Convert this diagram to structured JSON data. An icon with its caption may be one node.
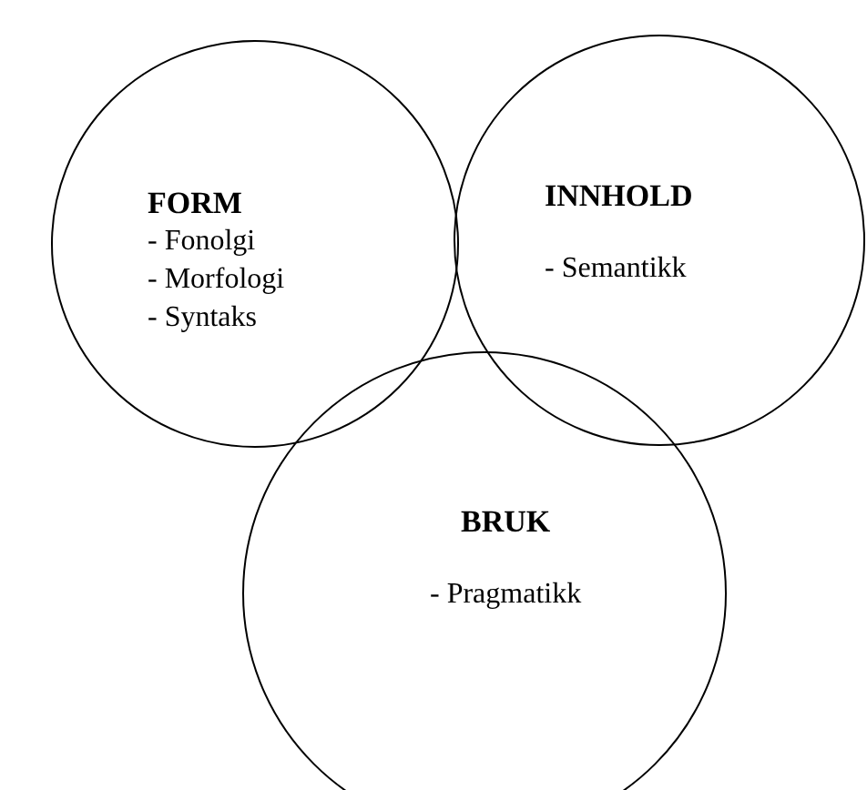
{
  "diagram": {
    "nodes": [
      {
        "text": [
          "FORM",
          "- Fonolgi",
          "- Morfologi",
          "- Syntaks"
        ]
      },
      {
        "text": [
          "INNHOLD",
          "- Semantikk"
        ]
      },
      {
        "text": [
          "BRUK",
          "- Pragmatikk"
        ]
      }
    ]
  }
}
